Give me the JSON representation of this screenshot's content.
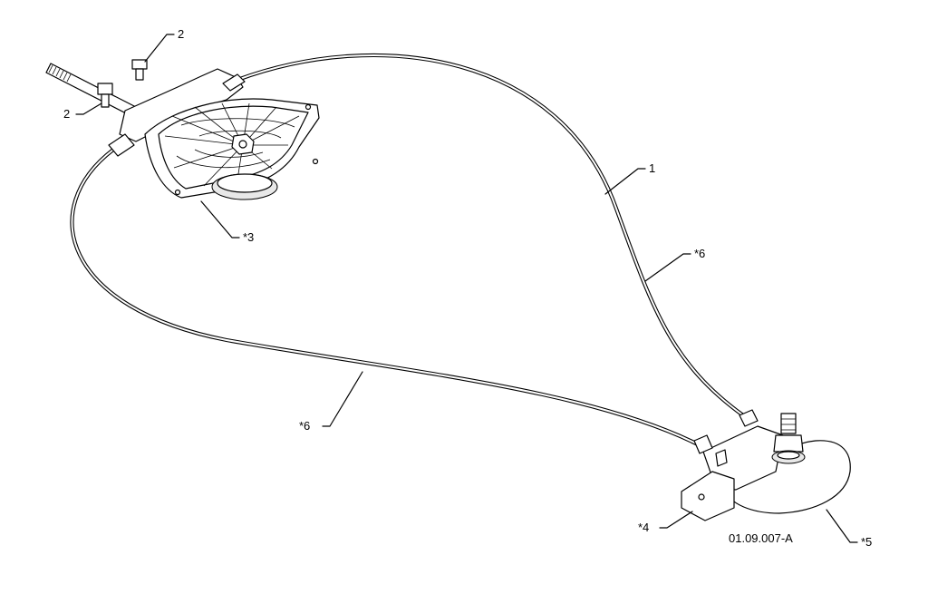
{
  "callouts": {
    "c1": "1",
    "c2a": "2",
    "c2b": "2",
    "c3": "*3",
    "c4": "*4",
    "c5": "*5",
    "c6a": "*6",
    "c6b": "*6"
  },
  "drawing_ref": "01.09.007-A"
}
